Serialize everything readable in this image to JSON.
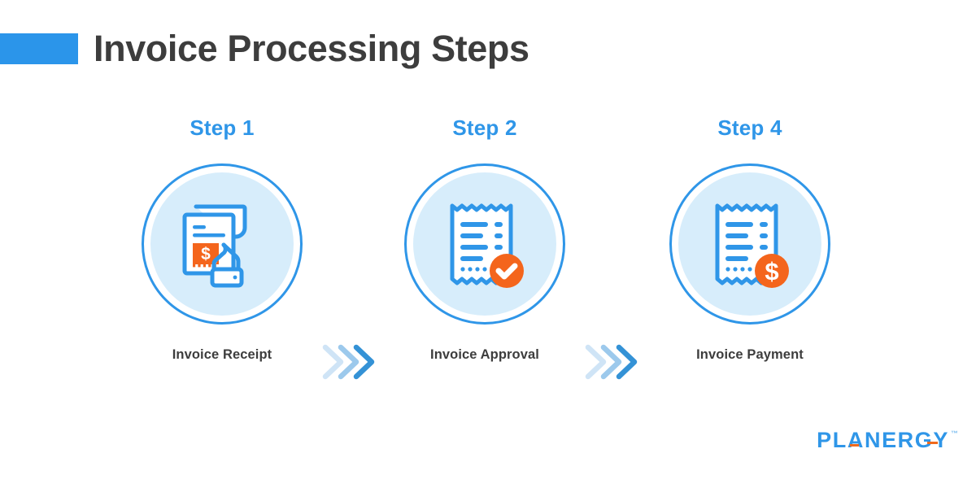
{
  "header": {
    "title": "Invoice Processing Steps",
    "accent_color": "#2b95ea"
  },
  "theme": {
    "background": "#ffffff",
    "blue": "#2f96e8",
    "light_blue_fill": "#d7edfb",
    "orange": "#f4651c",
    "dark_text": "#3d3d3d"
  },
  "steps": [
    {
      "label": "Step 1",
      "caption": "Invoice Receipt",
      "icon": "invoice-with-hand-icon",
      "badge": "dollar-square-badge"
    },
    {
      "label": "Step 2",
      "caption": "Invoice Approval",
      "icon": "receipt-icon",
      "badge": "check-circle-badge"
    },
    {
      "label": "Step 4",
      "caption": "Invoice Payment",
      "icon": "receipt-icon",
      "badge": "dollar-circle-badge"
    }
  ],
  "connectors": [
    {
      "icon": "triple-chevron-right-icon"
    },
    {
      "icon": "triple-chevron-right-icon"
    }
  ],
  "logo": {
    "text": "PLANERGY",
    "trademark": "™"
  }
}
